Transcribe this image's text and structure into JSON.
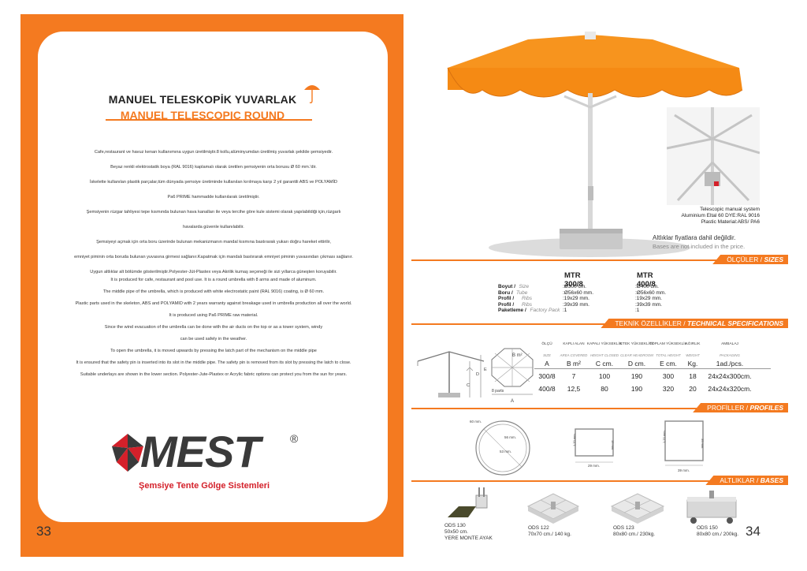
{
  "left": {
    "page_number": "33",
    "title_tr": "MANUEL TELESKOPİK YUVARLAK",
    "title_en": "MANUEL TELESCOPIC ROUND",
    "tr_paragraphs": [
      "Cafe,restaurant ve havuz kenarı kullanımına uygun üretilmiştir.8 kollu,alüminyumdan üretilmiş yuvarlak şekilde şemsiyedir.",
      "Beyaz renkli elektrostatik boya (RAL 9016) kaplamalı olarak üretilen şemsiyenin orta borusu Ø 60 mm.'dir.",
      "İskelette kullanılan plastik parçalar,tüm dünyada şemsiye üretiminde kullanılan kırılmaya karşı 2 yıl garantili ABS ve POLYAMİD",
      "Pa6 PRIME hammadde kullanılarak üretilmiştir.",
      "Şemsiyenin rüzgar tahliyesi tepe kısmında bulunan hava kanalları ile veya tercihe göre kule sistemi olarak yapılabildiği için,rüzgarlı",
      "havalarda güvenle kullanılabilir.",
      "Şemsiyeyi açmak için orta boru üzerinde bulunan mekanizmanın mandal kısmına bastırarak yukarı doğru hareket ettirilir,",
      "emniyet piminin orta boruda bulunan yuvasına girmesi sağlanır.Kapatmak için mandalı bastırarak emniyet piminin yuvasından çıkması sağlanır.",
      "Uygun altlıklar alt bölümde gösterilmiştir.Polyester-Jüt-Plastex veya Akrilik kumaş seçeneği ile sizi yıllarca güneşten koruyabilir."
    ],
    "en_paragraphs": [
      "It is produced for cafe, restaurant and pool use. It is a round umbrella with 8 arms and made of aluminum.",
      "The middle pipe of the umbrella, which is produced with white electrostatic paint (RAL 9016) coating, is Ø 60 mm.",
      "Plastic parts used in the skeleton, ABS and POLYAMID with 2 years warranty against breakage used in umbrella production all over the world.",
      "It is produced using Pa6 PRIME raw material.",
      "Since the wind evacuation of the umbrella can be done with the air ducts on the top or as a tower system, windy",
      "can be used safely in the weather.",
      "To open the umbrella, it is moved upwards by pressing the latch part of the mechanism on the middle pipe",
      "It is ensured that the safety pin is inserted into its slot in the middle pipe. The safety pin is removed from its slot by pressing the latch to close.",
      "Suitable underlays are shown in the lower section. Polyester-Jute-Plastex or Acrylic fabric options can protect you from the sun for years."
    ],
    "brand": {
      "name": "MEST",
      "reg": "®",
      "subtitle": "Şemsiye Tente Gölge Sistemleri"
    }
  },
  "right": {
    "page_number": "34",
    "system_caption": [
      "Telescopic manual system",
      "Aluminium Eltal 60 DYE:RAL 9016",
      "Plastic Material:ABS/ PA6"
    ],
    "bases_note_tr": "Altlıklar fiyatlara dahil değildir.",
    "bases_note_en": "Bases are not included in the price.",
    "sections": {
      "sizes": {
        "tr": "ÖLÇÜLER / ",
        "en": "SIZES"
      },
      "tech": {
        "tr": "TEKNİK ÖZELLİKLER / ",
        "en": "TECHNICAL SPECIFICATIONS"
      },
      "profiles": {
        "tr": "PROFİLLER / ",
        "en": "PROFILES"
      },
      "bases": {
        "tr": "ALTLIKLAR / ",
        "en": "BASES"
      }
    },
    "sizes": {
      "headers": [
        "MTR 300/8",
        "MTR 400/8"
      ],
      "rows": [
        {
          "tr": "Boyut /",
          "en": "Size",
          "v1": ":Ø300 cm.",
          "v2": ":Ø400 cm."
        },
        {
          "tr": "Boru /",
          "en": "Tube",
          "v1": ":Ø56x60 mm.",
          "v2": ":Ø56x60 mm."
        },
        {
          "tr": "Profil /",
          "en": "Ribs",
          "v1": ":19x29 mm.",
          "v2": ":19x29 mm."
        },
        {
          "tr": "Profil /",
          "en": "Ribs",
          "v1": ":39x39 mm.",
          "v2": ":39x39 mm."
        },
        {
          "tr": "Paketleme /",
          "en": "Factory Pack",
          "v1": ":1",
          "v2": ":1"
        }
      ]
    },
    "tech": {
      "columns": [
        {
          "tr": "ÖLÇÜ",
          "en": "SIZE",
          "code": "A"
        },
        {
          "tr": "KAPLI ALAN",
          "en": "AREA COVERED",
          "code": "B m²"
        },
        {
          "tr": "KAPALI YÜKSEKLİK",
          "en": "HEIGHT CLOSED",
          "code": "C cm."
        },
        {
          "tr": "ETEK YÜKSEKLİĞİ",
          "en": "CLEAR HEADROOM",
          "code": "D cm."
        },
        {
          "tr": "TOPLAM YÜKSEKLİK",
          "en": "TOTAL HEIGHT",
          "code": "E cm."
        },
        {
          "tr": "AĞIRLIK",
          "en": "WEIGHT",
          "code": "Kg."
        },
        {
          "tr": "AMBALAJ",
          "en": "PACKAGING",
          "code": "1ad./pcs."
        }
      ],
      "rows": [
        [
          "300/8",
          "7",
          "100",
          "190",
          "300",
          "18",
          "24x24x300cm."
        ],
        [
          "400/8",
          "12,5",
          "80",
          "190",
          "320",
          "20",
          "24x24x320cm."
        ]
      ],
      "diagram_labels": {
        "B": "B m²",
        "parts": "8 parts",
        "A": "A",
        "C": "C",
        "D": "D",
        "E": "E"
      }
    },
    "profiles": {
      "round_labels": [
        "60 mm.",
        "56 mm.",
        "53 mm."
      ],
      "rib1": {
        "h": "1,20 mm.",
        "h2": "19 mm.",
        "w": "29 mm."
      },
      "rib2": {
        "h": "1,20 mm.",
        "h2": "39 mm.",
        "w": "39 mm."
      }
    },
    "bases": [
      {
        "lines": [
          "ODS 130",
          "50x50 cm.",
          "YERE MONTE AYAK"
        ]
      },
      {
        "lines": [
          "ODS 122",
          "70x70 cm./ 140 kg."
        ]
      },
      {
        "lines": [
          "ODS 123",
          "80x80 cm./ 230kg."
        ]
      },
      {
        "lines": [
          "ODS 150",
          "80x80 cm./ 200kg."
        ]
      }
    ]
  },
  "colors": {
    "accent": "#f47a20",
    "brand_red": "#d4202a",
    "text": "#222222"
  }
}
